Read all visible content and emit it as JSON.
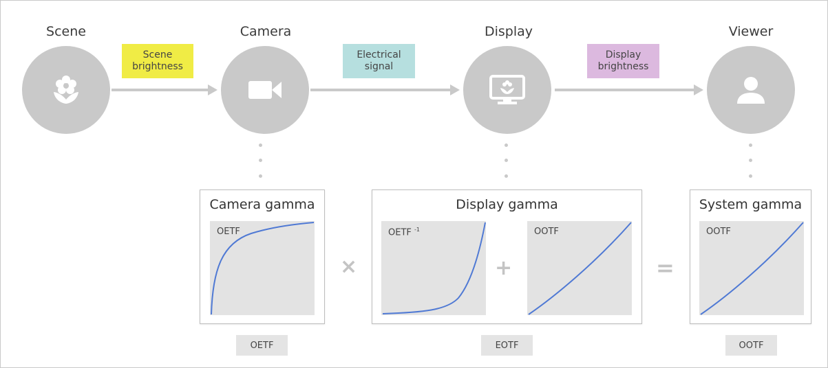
{
  "nodes": [
    {
      "label": "Scene",
      "icon": "flower-icon"
    },
    {
      "label": "Camera",
      "icon": "video-camera-icon"
    },
    {
      "label": "Display",
      "icon": "monitor-icon"
    },
    {
      "label": "Viewer",
      "icon": "person-icon"
    }
  ],
  "connectors": [
    {
      "label": "Scene\nbrightness",
      "color": "#f0ec45"
    },
    {
      "label": "Electrical\nsignal",
      "color": "#b6dfdf"
    },
    {
      "label": "Display\nbrightness",
      "color": "#dcb9df"
    }
  ],
  "panels": {
    "camera": {
      "title": "Camera gamma",
      "plot_label": "OETF",
      "footer": "OETF"
    },
    "display": {
      "title": "Display gamma",
      "plot1_label": "OETF",
      "plot1_sup": "-1",
      "plot2_label": "OOTF",
      "footer": "EOTF"
    },
    "system": {
      "title": "System gamma",
      "plot_label": "OOTF",
      "footer": "OOTF"
    }
  },
  "operators": {
    "multiply": "×",
    "plus": "+",
    "equals": "="
  },
  "colors": {
    "node_fill": "#c9c9c9",
    "arrow": "#c9c9c9",
    "curve": "#4f79d4",
    "plot_bg": "#e3e3e3"
  }
}
